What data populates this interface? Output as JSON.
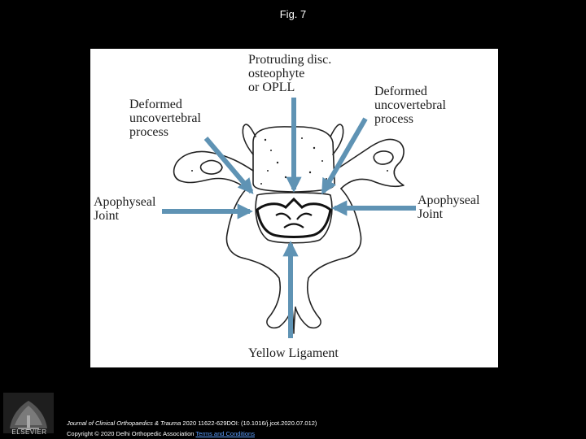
{
  "slide_title": "Fig. 7",
  "labels": {
    "top": "Protruding disc.\nosteophyte\nor OPLL",
    "upper_left": "Deformed\nuncovertebral\nprocess",
    "upper_right": "Deformed\nuncovertebral\nprocess",
    "left": "Apophyseal\nJoint",
    "right": "Apophyseal\nJoint",
    "bottom": "Yellow Ligament"
  },
  "footer": {
    "journal": "Journal of Clinical Orthopaedics & Trauma",
    "citation": " 2020 11622-629DOI: (10.1016/j.jcot.2020.07.012)",
    "copyright": "Copyright © 2020 Delhi Orthopedic Association ",
    "link_text": "Terms and Conditions"
  },
  "logo_text": "ELSEVIER",
  "colors": {
    "background": "#000000",
    "arrow": "#5f93b4",
    "bone_outline": "#222222"
  }
}
